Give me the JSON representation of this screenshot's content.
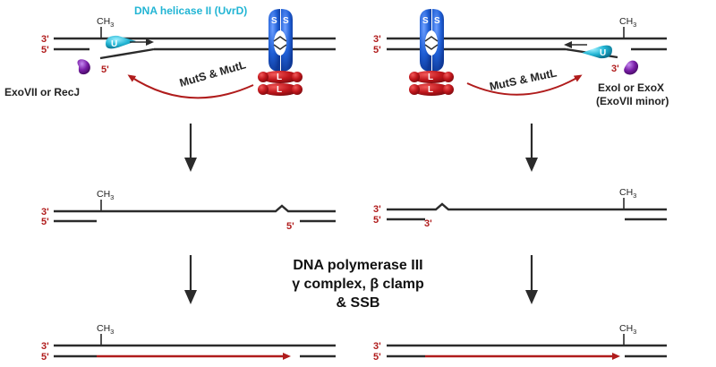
{
  "ends": {
    "three_prime": "3'",
    "five_prime": "5'"
  },
  "methyl": {
    "base": "CH",
    "subscript": "3"
  },
  "proteins": {
    "helicase_label": "DNA helicase II (UvrD)",
    "helicase_letter": "U",
    "muts_letter": "S",
    "mutl_letter": "L"
  },
  "left": {
    "arc_label": "MutS & MutL",
    "exonuclease_label": "ExoVII or RecJ"
  },
  "right": {
    "arc_label": "MutS & MutL",
    "exonuclease_line1": "ExoI or ExoX",
    "exonuclease_line2": "(ExoVII minor)"
  },
  "polymerase": {
    "line1": "DNA polymerase III",
    "line2": "γ complex, β clamp",
    "line3": "& SSB"
  },
  "colors": {
    "strand": "#2b2b2b",
    "new_strand": "#b01c1c",
    "end_label": "#b01c1c",
    "muts": "#1f5fd6",
    "mutl": "#c0161c",
    "uvrd": "#22b5d4",
    "exonuclease": "#7a1fa8"
  }
}
